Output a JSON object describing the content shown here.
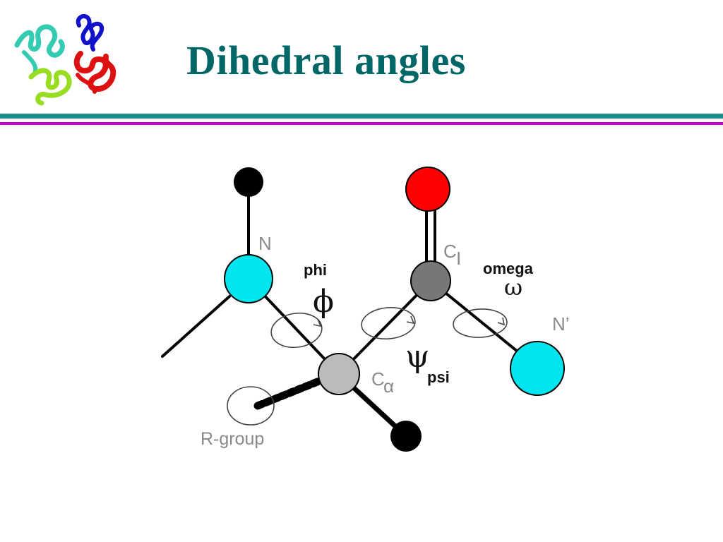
{
  "slide": {
    "title": "Dihedral angles"
  },
  "logo": {
    "icon": "protein-ribbon-icon",
    "colors": [
      "#33ccb3",
      "#99dd22",
      "#1111cc",
      "#dd1111"
    ]
  },
  "rules": {
    "teal": "#1c8c8c",
    "magenta": "#cc00cc"
  },
  "diagram": {
    "atom_labels": {
      "n": "N",
      "c_prime": "C",
      "c_prime_sub": "I",
      "n_prime": "N’",
      "c_alpha": "C",
      "c_alpha_sub": "α",
      "r_group": "R-group"
    },
    "angles": {
      "phi": {
        "name": "phi",
        "symbol": "ϕ"
      },
      "psi": {
        "name": "psi",
        "symbol": "ψ"
      },
      "omega": {
        "name": "omega",
        "symbol": "ω"
      }
    },
    "colors": {
      "n_atom": "#00e5ee",
      "c_atom": "#777777",
      "c_alpha_atom": "#bbbbbb",
      "o_atom": "#ff0000",
      "h_atom": "#000000"
    }
  }
}
